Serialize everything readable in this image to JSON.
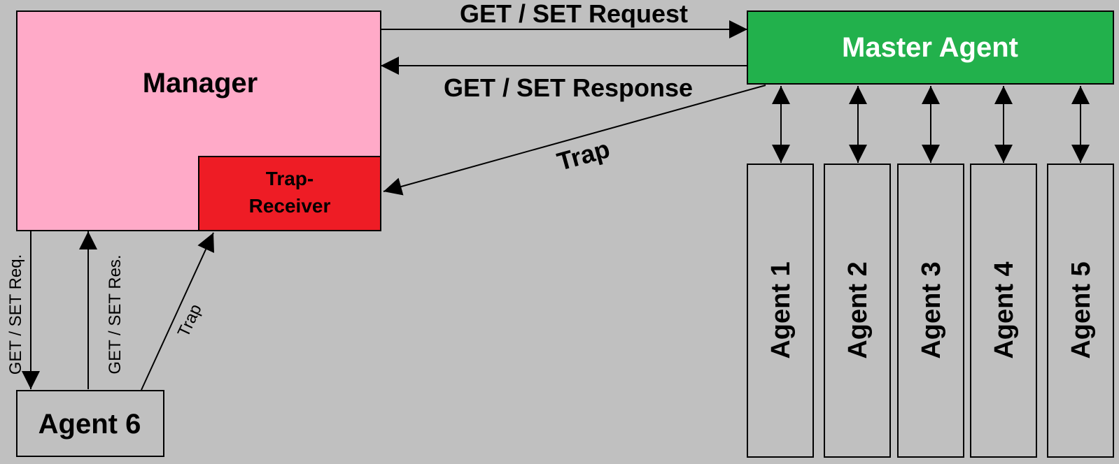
{
  "nodes": {
    "manager": {
      "label": "Manager",
      "color": "#ffaac8"
    },
    "trap_receiver": {
      "line1": "Trap-",
      "line2": "Receiver",
      "color": "#ee1c25"
    },
    "master_agent": {
      "label": "Master Agent",
      "color": "#22b14c"
    },
    "agent6": {
      "label": "Agent 6",
      "color": "#c0c0c0"
    },
    "agents": [
      {
        "label": "Agent 1"
      },
      {
        "label": "Agent 2"
      },
      {
        "label": "Agent 3"
      },
      {
        "label": "Agent 4"
      },
      {
        "label": "Agent 5"
      }
    ]
  },
  "edges": {
    "get_set_request": "GET / SET Request",
    "get_set_response": "GET / SET Response",
    "trap_master": "Trap",
    "get_set_req_short": "GET / SET Req.",
    "get_set_res_short": "GET / SET Res.",
    "trap_agent6": "Trap"
  },
  "colors": {
    "background": "#c0c0c0",
    "stroke": "#000000",
    "master_text": "#ffffff"
  }
}
